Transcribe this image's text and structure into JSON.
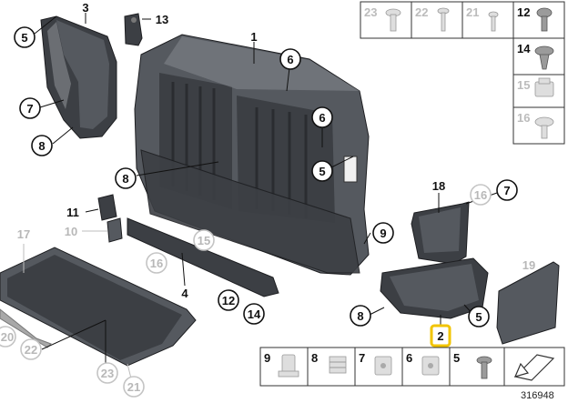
{
  "callouts": [
    {
      "label": "3",
      "circled": false,
      "faded": false
    },
    {
      "label": "5",
      "circled": true,
      "faded": false
    },
    {
      "label": "13",
      "circled": false,
      "faded": false
    },
    {
      "label": "1",
      "circled": false,
      "faded": false
    },
    {
      "label": "6",
      "circled": true,
      "faded": false
    },
    {
      "label": "7",
      "circled": true,
      "faded": false
    },
    {
      "label": "8",
      "circled": true,
      "faded": false
    },
    {
      "label": "6",
      "circled": true,
      "faded": false
    },
    {
      "label": "5",
      "circled": true,
      "faded": false
    },
    {
      "label": "8",
      "circled": true,
      "faded": false
    },
    {
      "label": "11",
      "circled": false,
      "faded": false
    },
    {
      "label": "10",
      "circled": false,
      "faded": true
    },
    {
      "label": "15",
      "circled": true,
      "faded": true
    },
    {
      "label": "16",
      "circled": true,
      "faded": true
    },
    {
      "label": "4",
      "circled": false,
      "faded": false
    },
    {
      "label": "12",
      "circled": true,
      "faded": false
    },
    {
      "label": "14",
      "circled": true,
      "faded": false
    },
    {
      "label": "9",
      "circled": true,
      "faded": false
    },
    {
      "label": "18",
      "circled": false,
      "faded": false
    },
    {
      "label": "16",
      "circled": true,
      "faded": true
    },
    {
      "label": "7",
      "circled": true,
      "faded": false
    },
    {
      "label": "19",
      "circled": false,
      "faded": true
    },
    {
      "label": "8",
      "circled": true,
      "faded": false
    },
    {
      "label": "5",
      "circled": true,
      "faded": false
    },
    {
      "label": "2",
      "circled": false,
      "faded": false,
      "highlighted": true
    },
    {
      "label": "17",
      "circled": false,
      "faded": true
    },
    {
      "label": "20",
      "circled": true,
      "faded": true
    },
    {
      "label": "22",
      "circled": true,
      "faded": true
    },
    {
      "label": "23",
      "circled": true,
      "faded": true
    },
    {
      "label": "21",
      "circled": true,
      "faded": true
    }
  ],
  "hardware_grid_top": [
    {
      "label": "23",
      "faded": true
    },
    {
      "label": "22",
      "faded": true
    },
    {
      "label": "21",
      "faded": true
    },
    {
      "label": "12",
      "faded": false
    },
    {
      "label": "14",
      "faded": false
    },
    {
      "label": "15",
      "faded": true
    },
    {
      "label": "16",
      "faded": true
    }
  ],
  "hardware_grid_bottom": [
    {
      "label": "9",
      "faded": false
    },
    {
      "label": "8",
      "faded": false
    },
    {
      "label": "7",
      "faded": false
    },
    {
      "label": "6",
      "faded": false
    },
    {
      "label": "5",
      "faded": false
    }
  ],
  "document_number": "316948",
  "colors": {
    "part_dark": "#3c3f44",
    "part_mid": "#55595f",
    "highlight": "#f2c400"
  }
}
